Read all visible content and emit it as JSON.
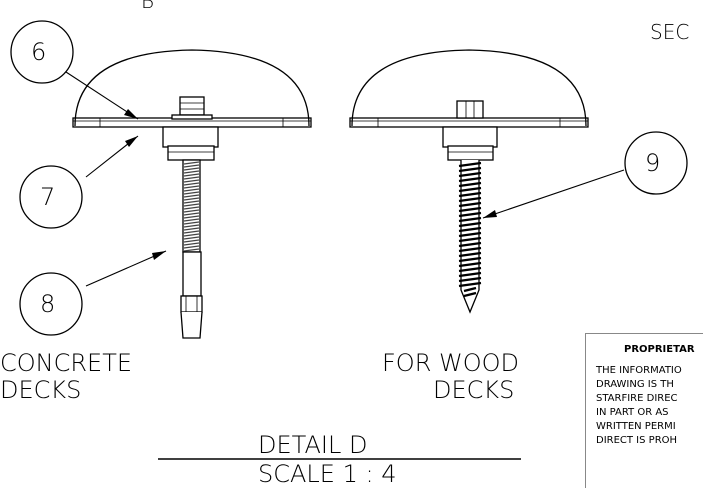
{
  "top_cut_letter": "B",
  "top_right_label": "SEC",
  "balloons": [
    {
      "id": "6",
      "label": "6"
    },
    {
      "id": "7",
      "label": "7"
    },
    {
      "id": "8",
      "label": "8"
    },
    {
      "id": "9",
      "label": "9"
    }
  ],
  "captions": {
    "left_line1": "CONCRETE",
    "left_line2": "DECKS",
    "right_line1": "FOR WOOD",
    "right_line2": "DECKS"
  },
  "detail": {
    "title": "DETAIL D",
    "scale": "SCALE 1 : 4"
  },
  "notice": {
    "title": "PROPRIETAR",
    "lines": [
      "THE INFORMATIO",
      "DRAWING IS TH",
      "STARFIRE DIREC",
      "IN PART OR AS",
      "WRITTEN PERMI",
      "DIRECT IS PROH"
    ]
  },
  "colors": {
    "ink": "#000000",
    "hatch": "#444444"
  }
}
